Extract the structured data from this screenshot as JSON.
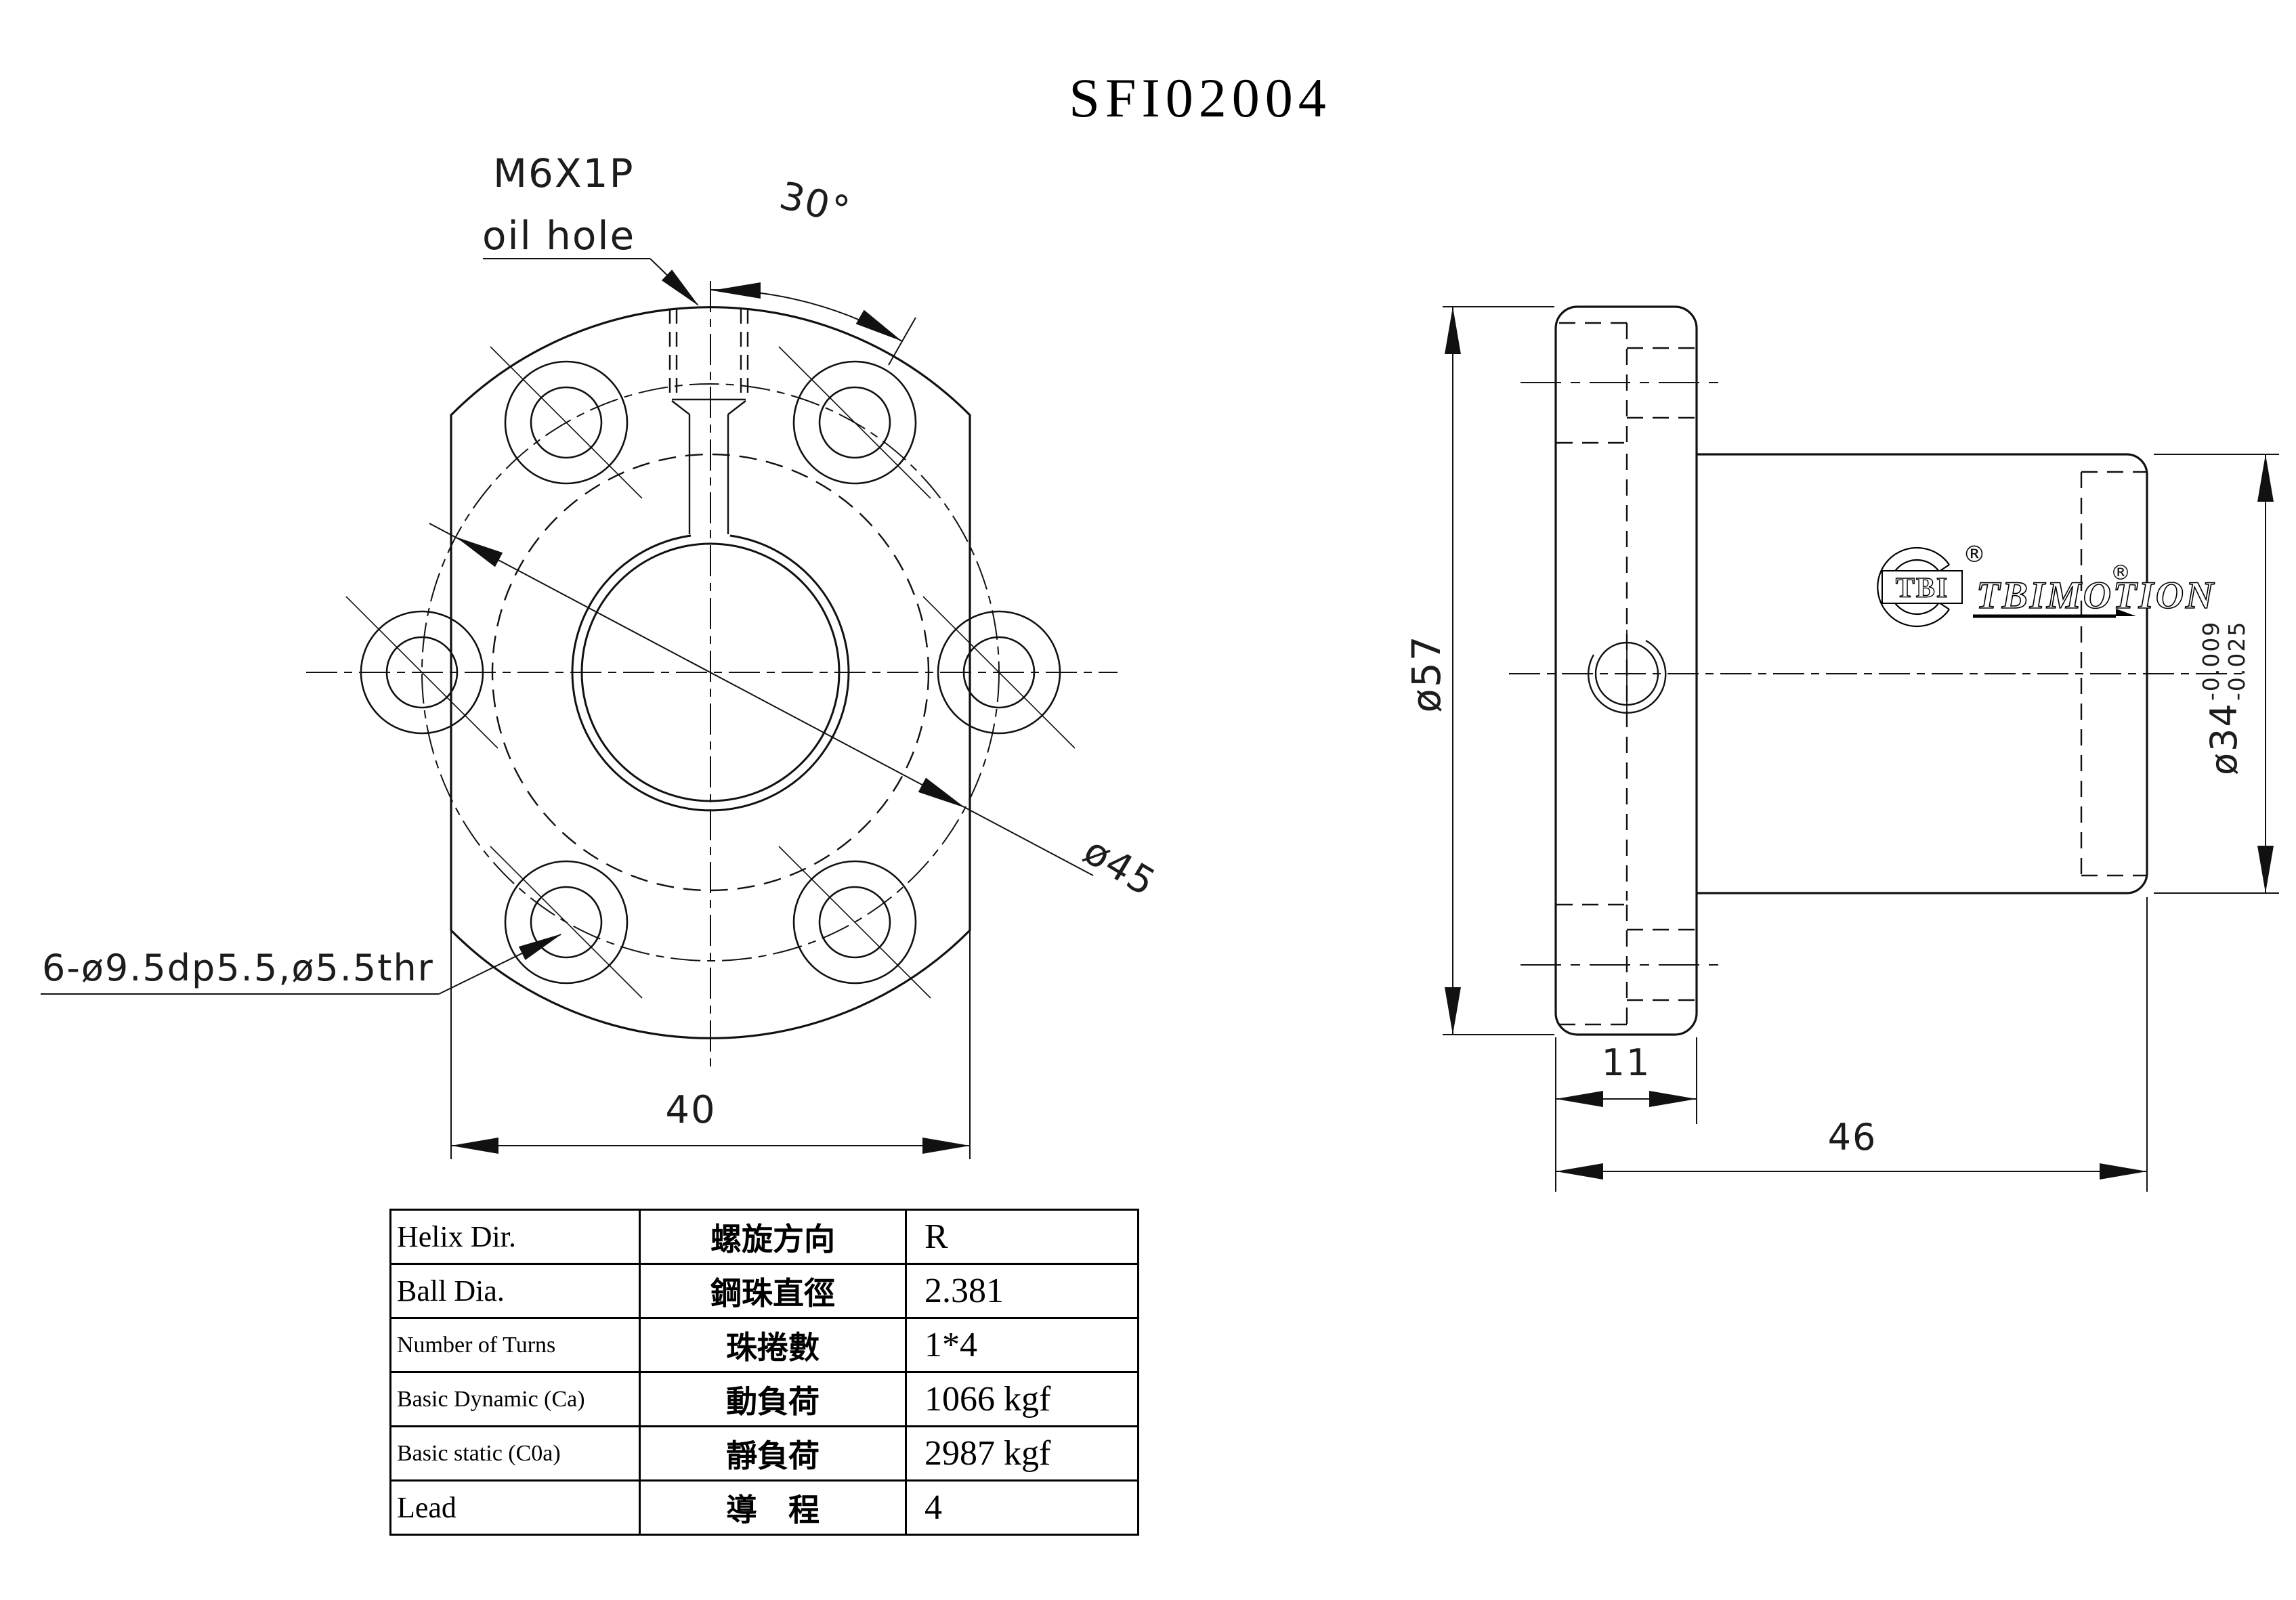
{
  "title": "SFI02004",
  "front_view": {
    "oil_hole_label_line1": "M6X1P",
    "oil_hole_label_line2": "oil hole",
    "angle_dim": "30°",
    "bolt_circle_dim": "ø45",
    "bolt_holes_note": "6-ø9.5dp5.5,ø5.5thr",
    "flat_width_dim": "40"
  },
  "side_view": {
    "flange_dia_dim": "ø57",
    "body_dia_dim": "ø34",
    "body_dia_tol_upper": "-0.009",
    "body_dia_tol_lower": "-0.025",
    "flange_thickness_dim": "11",
    "overall_length_dim": "46"
  },
  "logo": {
    "mark": "TBI",
    "brand": "TBIMOTION",
    "registered": "®"
  },
  "spec_table": {
    "rows": [
      {
        "en": "Helix  Dir.",
        "zh": "螺旋方向",
        "value": "R"
      },
      {
        "en": "Ball Dia.",
        "zh": "鋼珠直徑",
        "value": "2.381"
      },
      {
        "en": "Number of Turns",
        "zh": "珠捲數",
        "value": "1*4"
      },
      {
        "en": "Basic Dynamic (Ca)",
        "zh": "動負荷",
        "value": "1066 kgf"
      },
      {
        "en": "Basic static (C0a)",
        "zh": "靜負荷",
        "value": "2987 kgf"
      },
      {
        "en": "Lead",
        "zh": "導　程",
        "value": "4"
      }
    ]
  }
}
